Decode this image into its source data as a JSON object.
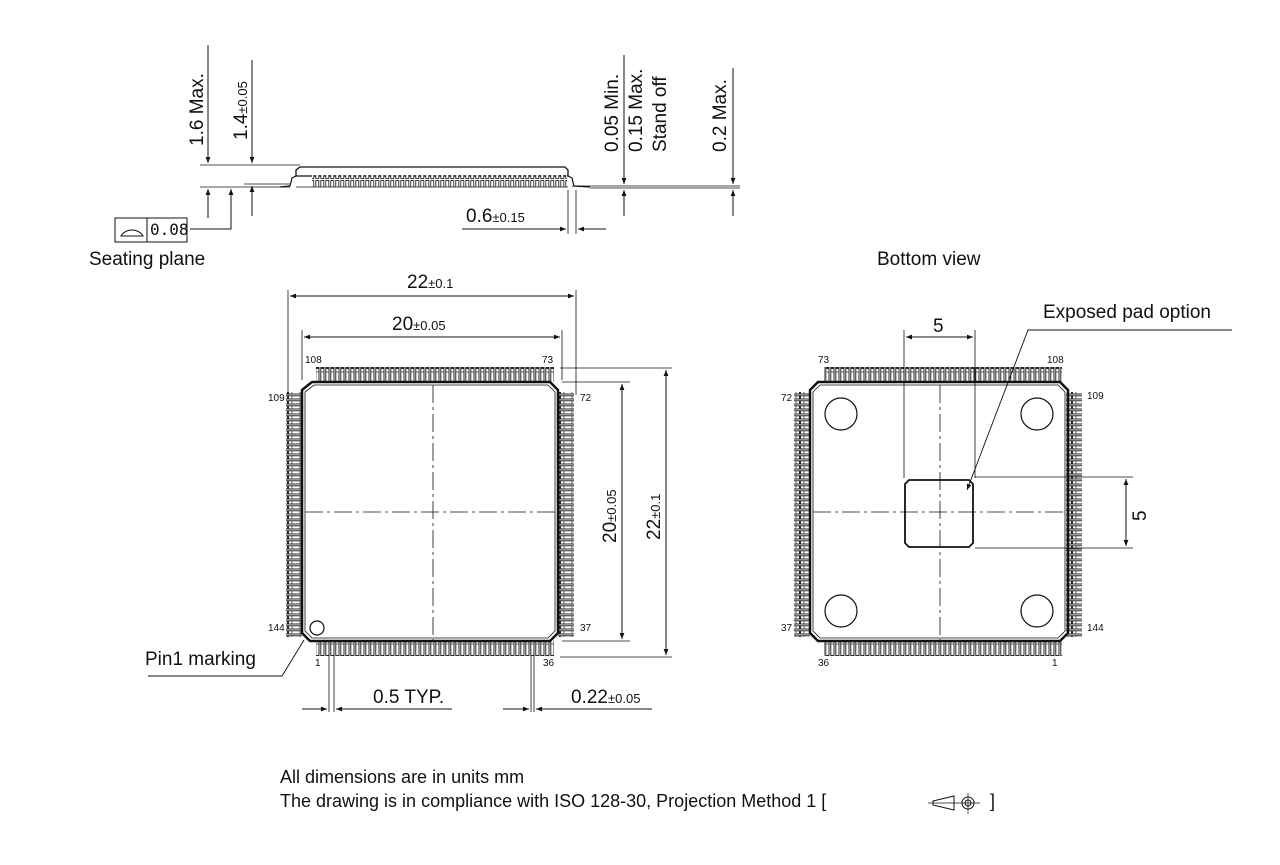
{
  "side_view": {
    "height_max": {
      "value": "1.6 Max."
    },
    "body_height": {
      "value": "1.4",
      "tol": "±0.05"
    },
    "coplanarity": {
      "symbol": "flatness-icon",
      "value": "0.08"
    },
    "seating_plane_label": "Seating plane",
    "standoff": {
      "min": "0.05 Min.",
      "max": "0.15 Max.",
      "label": "Stand off"
    },
    "lead_thickness": {
      "value": "0.2 Max."
    },
    "foot_length": {
      "value": "0.6",
      "tol": "±0.15"
    }
  },
  "top_view": {
    "overall_width": {
      "value": "22",
      "tol": "±0.1"
    },
    "body_width": {
      "value": "20",
      "tol": "±0.05"
    },
    "body_height": {
      "value": "20",
      "tol": "±0.05"
    },
    "overall_height": {
      "value": "22",
      "tol": "±0.1"
    },
    "pins": {
      "p1": "1",
      "p36": "36",
      "p37": "37",
      "p72": "72",
      "p73": "73",
      "p108": "108",
      "p109": "109",
      "p144": "144"
    },
    "pin1_label": "Pin1 marking",
    "pitch": {
      "value": "0.5 TYP."
    },
    "lead_width": {
      "value": "0.22",
      "tol": "±0.05"
    }
  },
  "bottom_view": {
    "title": "Bottom view",
    "exposed_pad_label": "Exposed pad option",
    "pad_width": "5",
    "pad_height": "5",
    "pins": {
      "p1": "1",
      "p36": "36",
      "p37": "37",
      "p72": "72",
      "p73": "73",
      "p108": "108",
      "p109": "109",
      "p144": "144"
    }
  },
  "notes": {
    "line1": "All dimensions are in units mm",
    "line2": "The drawing is in compliance with ISO 128-30, Projection Method 1 [",
    "line2_end": "]",
    "projection_symbol": "first-angle-projection-icon"
  }
}
